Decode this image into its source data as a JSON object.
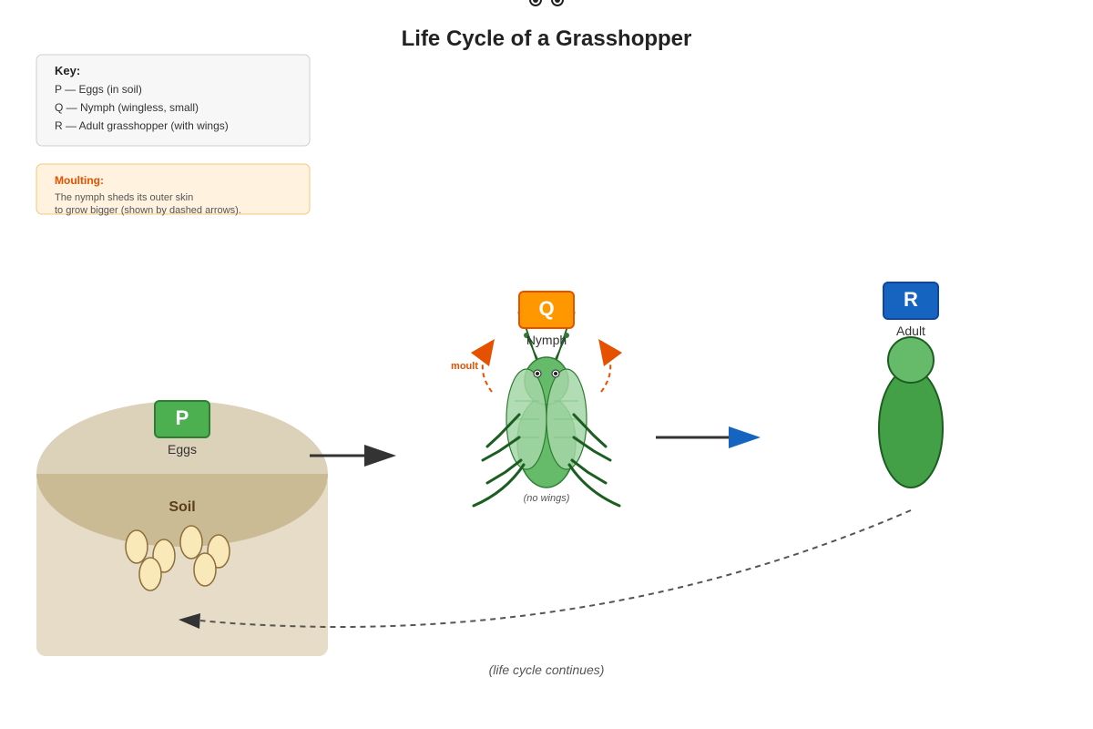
{
  "title": "Life Cycle of a Grasshopper",
  "key": {
    "heading": "Key:",
    "items": [
      "P — Eggs (in soil)",
      "Q — Nymph (wingless, small)",
      "R — Adult grasshopper (with wings)"
    ]
  },
  "moulting": {
    "heading": "Moulting:",
    "line1": "The nymph sheds its outer skin",
    "line2": "to grow bigger (shown by dashed arrows)."
  },
  "stages": {
    "p": {
      "badge": "P",
      "label": "Eggs",
      "color": "#4caf50"
    },
    "q": {
      "badge": "Q",
      "label": "Nymph",
      "note": "(no wings)",
      "color": "#ff9800"
    },
    "r": {
      "badge": "R",
      "label": "Adult",
      "color": "#1565c0"
    }
  },
  "soil_label": "Soil",
  "moult_label": "moult",
  "cycle_note": "(life cycle continues)",
  "colors": {
    "soil": "#e6dcc8",
    "soil_top": "#cbbb95",
    "egg": "#f9e8b8",
    "body_green": "#66bb6a",
    "dark_green": "#1b5e20",
    "moult_arrow": "#e65100",
    "arrow_blue": "#1565c0",
    "arrow_dark": "#333333"
  }
}
